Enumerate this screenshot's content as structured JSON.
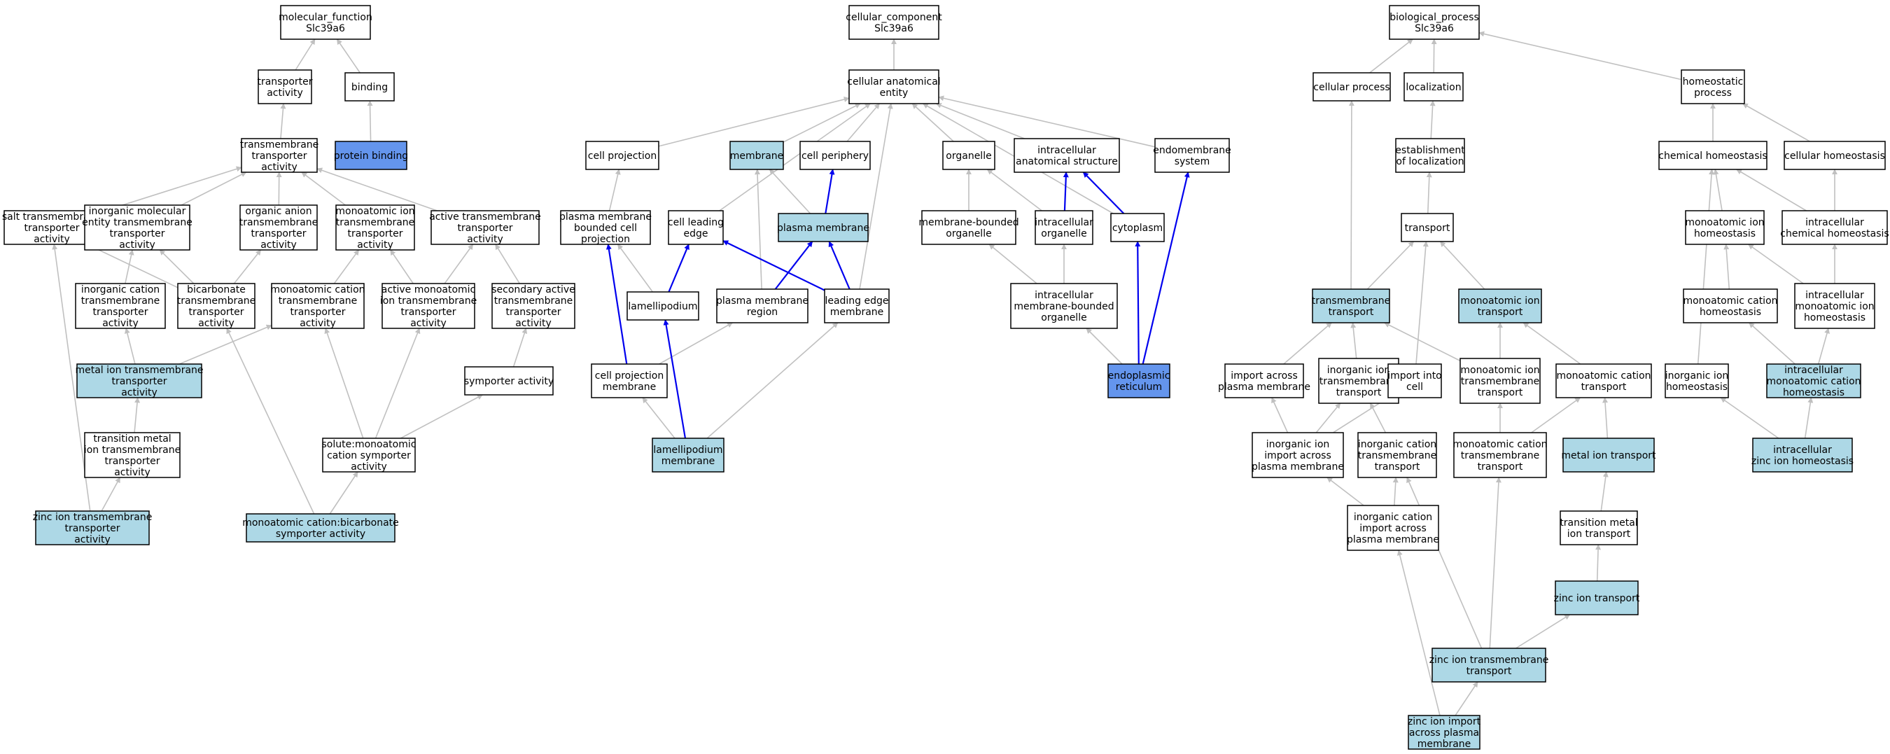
{
  "colors": {
    "default_fill": "#ffffff",
    "annotated_fill": "#add8e6",
    "direct_fill": "#6495ed",
    "default_edge": "#c0c0c0",
    "highlight_edge": "#0000ee"
  },
  "nodes": [
    {
      "id": "mf",
      "lines": [
        "molecular_function",
        "Slc39a6"
      ],
      "fill": "default"
    },
    {
      "id": "ta",
      "lines": [
        "transporter",
        "activity"
      ],
      "fill": "default"
    },
    {
      "id": "bind",
      "lines": [
        "binding"
      ],
      "fill": "default"
    },
    {
      "id": "pb",
      "lines": [
        "protein binding"
      ],
      "fill": "direct"
    },
    {
      "id": "tmta",
      "lines": [
        "transmembrane",
        "transporter",
        "activity"
      ],
      "fill": "default"
    },
    {
      "id": "salt",
      "lines": [
        "salt transmembrane",
        "transporter",
        "activity"
      ],
      "fill": "default"
    },
    {
      "id": "imet",
      "lines": [
        "inorganic molecular",
        "entity transmembrane",
        "transporter",
        "activity"
      ],
      "fill": "default"
    },
    {
      "id": "oat",
      "lines": [
        "organic anion",
        "transmembrane",
        "transporter",
        "activity"
      ],
      "fill": "default"
    },
    {
      "id": "mit",
      "lines": [
        "monoatomic ion",
        "transmembrane",
        "transporter",
        "activity"
      ],
      "fill": "default"
    },
    {
      "id": "atta",
      "lines": [
        "active transmembrane",
        "transporter",
        "activity"
      ],
      "fill": "default"
    },
    {
      "id": "ict",
      "lines": [
        "inorganic cation",
        "transmembrane",
        "transporter",
        "activity"
      ],
      "fill": "default"
    },
    {
      "id": "bic",
      "lines": [
        "bicarbonate",
        "transmembrane",
        "transporter",
        "activity"
      ],
      "fill": "default"
    },
    {
      "id": "mct",
      "lines": [
        "monoatomic cation",
        "transmembrane",
        "transporter",
        "activity"
      ],
      "fill": "default"
    },
    {
      "id": "amit",
      "lines": [
        "active monoatomic",
        "ion transmembrane",
        "transporter",
        "activity"
      ],
      "fill": "default"
    },
    {
      "id": "sat",
      "lines": [
        "secondary active",
        "transmembrane",
        "transporter",
        "activity"
      ],
      "fill": "default"
    },
    {
      "id": "mitt",
      "lines": [
        "metal ion transmembrane",
        "transporter",
        "activity"
      ],
      "fill": "annotated"
    },
    {
      "id": "symp",
      "lines": [
        "symporter activity"
      ],
      "fill": "default"
    },
    {
      "id": "tmit",
      "lines": [
        "transition metal",
        "ion transmembrane",
        "transporter",
        "activity"
      ],
      "fill": "default"
    },
    {
      "id": "smcs",
      "lines": [
        "solute:monoatomic",
        "cation symporter",
        "activity"
      ],
      "fill": "default"
    },
    {
      "id": "zitt",
      "lines": [
        "zinc ion transmembrane",
        "transporter",
        "activity"
      ],
      "fill": "annotated"
    },
    {
      "id": "mcbs",
      "lines": [
        "monoatomic cation:bicarbonate",
        "symporter activity"
      ],
      "fill": "annotated"
    },
    {
      "id": "cc",
      "lines": [
        "cellular_component",
        "Slc39a6"
      ],
      "fill": "default"
    },
    {
      "id": "cae",
      "lines": [
        "cellular anatomical",
        "entity"
      ],
      "fill": "default"
    },
    {
      "id": "cproj",
      "lines": [
        "cell projection"
      ],
      "fill": "default"
    },
    {
      "id": "memb",
      "lines": [
        "membrane"
      ],
      "fill": "annotated"
    },
    {
      "id": "cper",
      "lines": [
        "cell periphery"
      ],
      "fill": "default"
    },
    {
      "id": "org",
      "lines": [
        "organelle"
      ],
      "fill": "default"
    },
    {
      "id": "ias",
      "lines": [
        "intracellular",
        "anatomical structure"
      ],
      "fill": "default"
    },
    {
      "id": "ems",
      "lines": [
        "endomembrane",
        "system"
      ],
      "fill": "default"
    },
    {
      "id": "pmbcp",
      "lines": [
        "plasma membrane",
        "bounded cell",
        "projection"
      ],
      "fill": "default"
    },
    {
      "id": "cle",
      "lines": [
        "cell leading",
        "edge"
      ],
      "fill": "default"
    },
    {
      "id": "pm",
      "lines": [
        "plasma membrane"
      ],
      "fill": "annotated"
    },
    {
      "id": "mbo",
      "lines": [
        "membrane-bounded",
        "organelle"
      ],
      "fill": "default"
    },
    {
      "id": "io",
      "lines": [
        "intracellular",
        "organelle"
      ],
      "fill": "default"
    },
    {
      "id": "cyto",
      "lines": [
        "cytoplasm"
      ],
      "fill": "default"
    },
    {
      "id": "lam",
      "lines": [
        "lamellipodium"
      ],
      "fill": "default"
    },
    {
      "id": "pmr",
      "lines": [
        "plasma membrane",
        "region"
      ],
      "fill": "default"
    },
    {
      "id": "lem",
      "lines": [
        "leading edge",
        "membrane"
      ],
      "fill": "default"
    },
    {
      "id": "imbo",
      "lines": [
        "intracellular",
        "membrane-bounded",
        "organelle"
      ],
      "fill": "default"
    },
    {
      "id": "cpm",
      "lines": [
        "cell projection",
        "membrane"
      ],
      "fill": "default"
    },
    {
      "id": "er",
      "lines": [
        "endoplasmic",
        "reticulum"
      ],
      "fill": "direct"
    },
    {
      "id": "lamm",
      "lines": [
        "lamellipodium",
        "membrane"
      ],
      "fill": "annotated"
    },
    {
      "id": "bp",
      "lines": [
        "biological_process",
        "Slc39a6"
      ],
      "fill": "default"
    },
    {
      "id": "cp",
      "lines": [
        "cellular process"
      ],
      "fill": "default"
    },
    {
      "id": "loc",
      "lines": [
        "localization"
      ],
      "fill": "default"
    },
    {
      "id": "hp",
      "lines": [
        "homeostatic",
        "process"
      ],
      "fill": "default"
    },
    {
      "id": "eol",
      "lines": [
        "establishment",
        "of localization"
      ],
      "fill": "default"
    },
    {
      "id": "chh",
      "lines": [
        "chemical homeostasis"
      ],
      "fill": "default"
    },
    {
      "id": "celh",
      "lines": [
        "cellular homeostasis"
      ],
      "fill": "default"
    },
    {
      "id": "tr",
      "lines": [
        "transport"
      ],
      "fill": "default"
    },
    {
      "id": "mih",
      "lines": [
        "monoatomic ion",
        "homeostasis"
      ],
      "fill": "default"
    },
    {
      "id": "ich",
      "lines": [
        "intracellular",
        "chemical homeostasis"
      ],
      "fill": "default"
    },
    {
      "id": "tmt",
      "lines": [
        "transmembrane",
        "transport"
      ],
      "fill": "annotated"
    },
    {
      "id": "mit2",
      "lines": [
        "monoatomic ion",
        "transport"
      ],
      "fill": "annotated"
    },
    {
      "id": "mch",
      "lines": [
        "monoatomic cation",
        "homeostasis"
      ],
      "fill": "default"
    },
    {
      "id": "imih",
      "lines": [
        "intracellular",
        "monoatomic ion",
        "homeostasis"
      ],
      "fill": "default"
    },
    {
      "id": "iapm",
      "lines": [
        "import across",
        "plasma membrane"
      ],
      "fill": "default"
    },
    {
      "id": "iitt",
      "lines": [
        "inorganic ion",
        "transmembrane",
        "transport"
      ],
      "fill": "default"
    },
    {
      "id": "iic",
      "lines": [
        "import into",
        "cell"
      ],
      "fill": "default"
    },
    {
      "id": "mitt2",
      "lines": [
        "monoatomic ion",
        "transmembrane",
        "transport"
      ],
      "fill": "default"
    },
    {
      "id": "mct2",
      "lines": [
        "monoatomic cation",
        "transport"
      ],
      "fill": "default"
    },
    {
      "id": "ionh",
      "lines": [
        "inorganic ion",
        "homeostasis"
      ],
      "fill": "default"
    },
    {
      "id": "imch",
      "lines": [
        "intracellular",
        "monoatomic cation",
        "homeostasis"
      ],
      "fill": "annotated"
    },
    {
      "id": "iiia",
      "lines": [
        "inorganic ion",
        "import across",
        "plasma membrane"
      ],
      "fill": "default"
    },
    {
      "id": "ictt",
      "lines": [
        "inorganic cation",
        "transmembrane",
        "transport"
      ],
      "fill": "default"
    },
    {
      "id": "mctt",
      "lines": [
        "monoatomic cation",
        "transmembrane",
        "transport"
      ],
      "fill": "default"
    },
    {
      "id": "mit3",
      "lines": [
        "metal ion transport"
      ],
      "fill": "annotated"
    },
    {
      "id": "izh",
      "lines": [
        "intracellular",
        "zinc ion homeostasis"
      ],
      "fill": "annotated"
    },
    {
      "id": "icia",
      "lines": [
        "inorganic cation",
        "import across",
        "plasma membrane"
      ],
      "fill": "default"
    },
    {
      "id": "tmt2",
      "lines": [
        "transition metal",
        "ion transport"
      ],
      "fill": "default"
    },
    {
      "id": "zit",
      "lines": [
        "zinc ion transport"
      ],
      "fill": "annotated"
    },
    {
      "id": "zitmt",
      "lines": [
        "zinc ion transmembrane",
        "transport"
      ],
      "fill": "annotated"
    },
    {
      "id": "ziia",
      "lines": [
        "zinc ion import",
        "across plasma",
        "membrane"
      ],
      "fill": "annotated"
    }
  ],
  "edges": [
    [
      "ta",
      "mf",
      "default"
    ],
    [
      "bind",
      "mf",
      "default"
    ],
    [
      "pb",
      "bind",
      "default"
    ],
    [
      "tmta",
      "ta",
      "default"
    ],
    [
      "salt",
      "tmta",
      "default"
    ],
    [
      "imet",
      "tmta",
      "default"
    ],
    [
      "oat",
      "tmta",
      "default"
    ],
    [
      "mit",
      "tmta",
      "default"
    ],
    [
      "atta",
      "tmta",
      "default"
    ],
    [
      "ict",
      "imet",
      "default"
    ],
    [
      "bic",
      "imet",
      "default"
    ],
    [
      "bic",
      "salt",
      "default"
    ],
    [
      "bic",
      "oat",
      "default"
    ],
    [
      "mct",
      "mit",
      "default"
    ],
    [
      "amit",
      "mit",
      "default"
    ],
    [
      "amit",
      "atta",
      "default"
    ],
    [
      "sat",
      "atta",
      "default"
    ],
    [
      "mitt",
      "ict",
      "default"
    ],
    [
      "mitt",
      "mct",
      "default"
    ],
    [
      "tmit",
      "mitt",
      "default"
    ],
    [
      "zitt",
      "tmit",
      "default"
    ],
    [
      "zitt",
      "salt",
      "default"
    ],
    [
      "symp",
      "sat",
      "default"
    ],
    [
      "smcs",
      "symp",
      "default"
    ],
    [
      "smcs",
      "mct",
      "default"
    ],
    [
      "smcs",
      "amit",
      "default"
    ],
    [
      "mcbs",
      "smcs",
      "default"
    ],
    [
      "mcbs",
      "bic",
      "default"
    ],
    [
      "cae",
      "cc",
      "default"
    ],
    [
      "cproj",
      "cae",
      "default"
    ],
    [
      "memb",
      "cae",
      "default"
    ],
    [
      "cper",
      "cae",
      "default"
    ],
    [
      "org",
      "cae",
      "default"
    ],
    [
      "ias",
      "cae",
      "default"
    ],
    [
      "ems",
      "cae",
      "default"
    ],
    [
      "cle",
      "cae",
      "default"
    ],
    [
      "cyto",
      "cae",
      "default"
    ],
    [
      "lem",
      "cae",
      "default"
    ],
    [
      "pmbcp",
      "cproj",
      "default"
    ],
    [
      "pm",
      "memb",
      "default"
    ],
    [
      "pm",
      "cper",
      "highlight"
    ],
    [
      "mbo",
      "org",
      "default"
    ],
    [
      "io",
      "org",
      "default"
    ],
    [
      "io",
      "ias",
      "highlight"
    ],
    [
      "cyto",
      "ias",
      "highlight"
    ],
    [
      "lam",
      "cle",
      "highlight"
    ],
    [
      "lam",
      "pmbcp",
      "default"
    ],
    [
      "pmr",
      "pm",
      "highlight"
    ],
    [
      "pmr",
      "memb",
      "default"
    ],
    [
      "lem",
      "pm",
      "highlight"
    ],
    [
      "lem",
      "cle",
      "highlight"
    ],
    [
      "imbo",
      "mbo",
      "default"
    ],
    [
      "imbo",
      "io",
      "default"
    ],
    [
      "cpm",
      "pmbcp",
      "highlight"
    ],
    [
      "cpm",
      "pmr",
      "default"
    ],
    [
      "er",
      "imbo",
      "default"
    ],
    [
      "er",
      "cyto",
      "highlight"
    ],
    [
      "er",
      "ems",
      "highlight"
    ],
    [
      "lamm",
      "lam",
      "highlight"
    ],
    [
      "lamm",
      "cpm",
      "default"
    ],
    [
      "lamm",
      "lem",
      "default"
    ],
    [
      "cp",
      "bp",
      "default"
    ],
    [
      "loc",
      "bp",
      "default"
    ],
    [
      "hp",
      "bp",
      "default"
    ],
    [
      "eol",
      "loc",
      "default"
    ],
    [
      "chh",
      "hp",
      "default"
    ],
    [
      "celh",
      "hp",
      "default"
    ],
    [
      "tr",
      "eol",
      "default"
    ],
    [
      "mih",
      "chh",
      "default"
    ],
    [
      "ich",
      "chh",
      "default"
    ],
    [
      "ich",
      "celh",
      "default"
    ],
    [
      "tmt",
      "cp",
      "default"
    ],
    [
      "tmt",
      "tr",
      "default"
    ],
    [
      "mit2",
      "tr",
      "default"
    ],
    [
      "mch",
      "mih",
      "default"
    ],
    [
      "imih",
      "mih",
      "default"
    ],
    [
      "imih",
      "ich",
      "default"
    ],
    [
      "iapm",
      "tmt",
      "default"
    ],
    [
      "iitt",
      "tmt",
      "default"
    ],
    [
      "iic",
      "tr",
      "default"
    ],
    [
      "mitt2",
      "tmt",
      "default"
    ],
    [
      "mitt2",
      "mit2",
      "default"
    ],
    [
      "mct2",
      "mit2",
      "default"
    ],
    [
      "ionh",
      "chh",
      "default"
    ],
    [
      "imch",
      "mch",
      "default"
    ],
    [
      "imch",
      "imih",
      "default"
    ],
    [
      "iiia",
      "iapm",
      "default"
    ],
    [
      "iiia",
      "iitt",
      "default"
    ],
    [
      "iiia",
      "iic",
      "default"
    ],
    [
      "ictt",
      "iitt",
      "default"
    ],
    [
      "mctt",
      "mitt2",
      "default"
    ],
    [
      "mctt",
      "mct2",
      "default"
    ],
    [
      "mit3",
      "mct2",
      "default"
    ],
    [
      "izh",
      "ionh",
      "default"
    ],
    [
      "izh",
      "imch",
      "default"
    ],
    [
      "icia",
      "iiia",
      "default"
    ],
    [
      "icia",
      "ictt",
      "default"
    ],
    [
      "tmt2",
      "mit3",
      "default"
    ],
    [
      "zit",
      "tmt2",
      "default"
    ],
    [
      "zitmt",
      "zit",
      "default"
    ],
    [
      "zitmt",
      "ictt",
      "default"
    ],
    [
      "zitmt",
      "mctt",
      "default"
    ],
    [
      "ziia",
      "zitmt",
      "default"
    ],
    [
      "ziia",
      "icia",
      "default"
    ]
  ]
}
